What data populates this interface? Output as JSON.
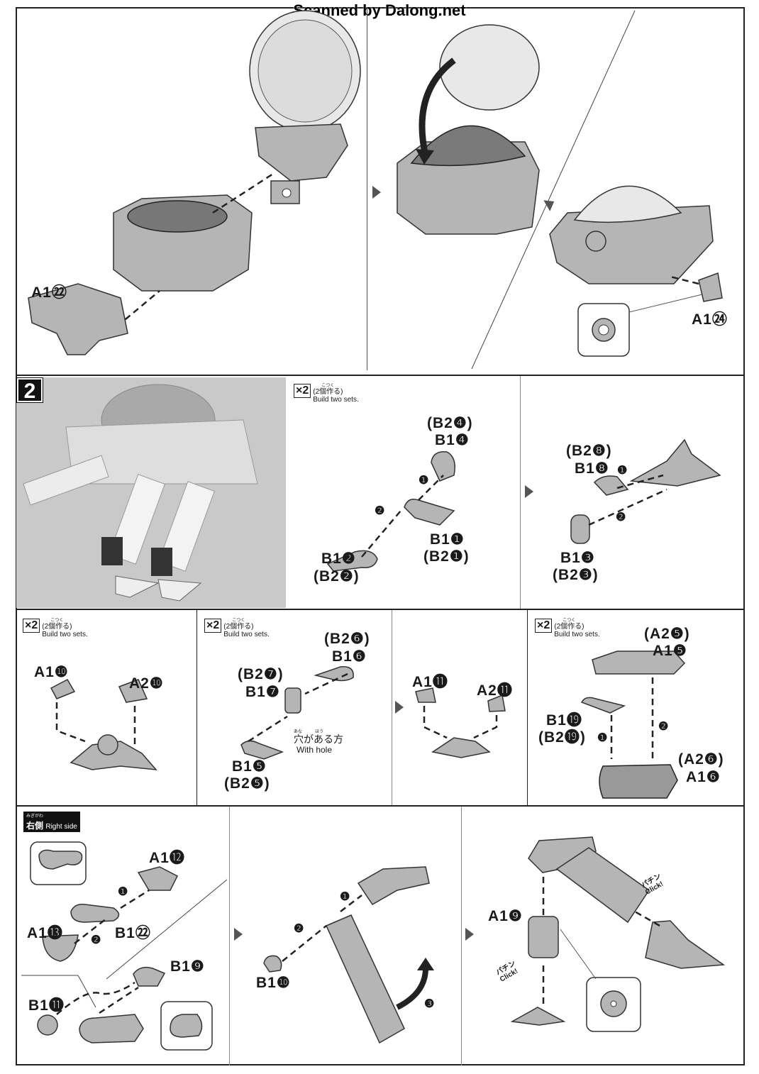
{
  "watermark": "Scanned by Dalong.net",
  "top_panel": {
    "labels": [
      "A1㉒",
      "A1㉔"
    ]
  },
  "step2": {
    "step_number": "2",
    "build_note": {
      "badge": "×2",
      "ruby": "こつく",
      "jp": "(2個作る)",
      "en": "Build two sets."
    },
    "sub_a": {
      "labels": [
        "(B2❹)",
        "B1❹",
        "B1❶",
        "(B2❶)",
        "B1❷",
        "(B2❷)"
      ],
      "order": [
        "❶",
        "❷"
      ]
    },
    "sub_b": {
      "labels": [
        "(B2❽)",
        "B1❽",
        "B1❸",
        "(B2❸)"
      ],
      "order": [
        "❶",
        "❷"
      ]
    }
  },
  "row3": {
    "build_note": {
      "badge": "×2",
      "ruby": "こつく",
      "jp": "(2個作る)",
      "en": "Build two sets."
    },
    "col1": {
      "labels": [
        "A1❿",
        "A2❿"
      ]
    },
    "col2": {
      "labels": [
        "(B2❻)",
        "B1❻",
        "(B2❼)",
        "B1❼",
        "B1❺",
        "(B2❺)"
      ],
      "hole_ruby": "あな　　　ほう",
      "hole_jp": "穴がある方",
      "hole_en": "With hole"
    },
    "col3": {
      "labels": [
        "A1⓫",
        "A2⓫"
      ]
    },
    "col4": {
      "labels": [
        "(A2❺)",
        "A1❺",
        "B1⓳",
        "(B2⓳)",
        "(A2❻)",
        "A1❻"
      ],
      "order": [
        "❶",
        "❷"
      ]
    }
  },
  "row4": {
    "side": {
      "ruby": "みぎがわ",
      "jp": "右側",
      "en": "Right side"
    },
    "col1": {
      "labels": [
        "A1⓬",
        "A1⓭",
        "B1㉒",
        "B1❾",
        "B1⓫"
      ],
      "order": [
        "❶",
        "❷"
      ]
    },
    "col2": {
      "labels": [
        "B1❿"
      ],
      "order": [
        "❶",
        "❷",
        "❸"
      ]
    },
    "col3": {
      "labels": [
        "A1❾"
      ],
      "click_jp": "パチン",
      "click_en": "Click!"
    }
  }
}
